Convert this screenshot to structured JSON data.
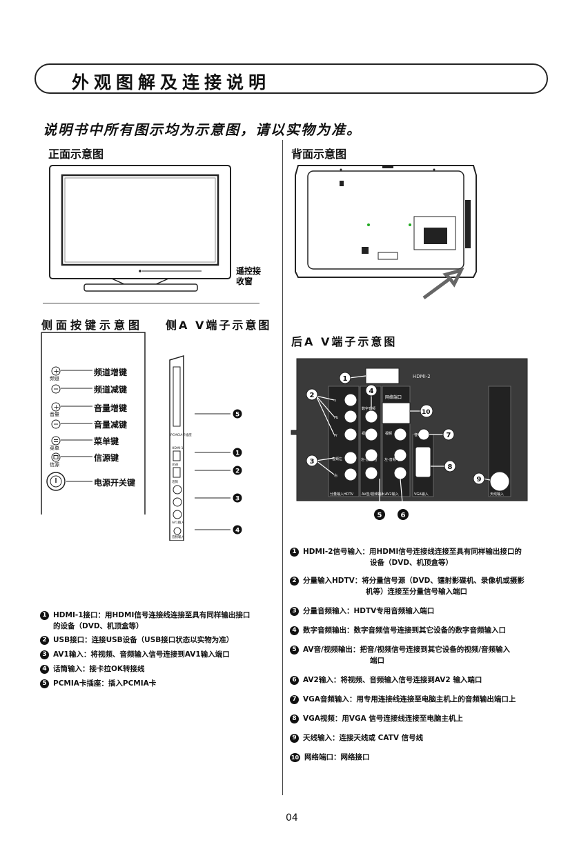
{
  "header": {
    "title": "外观图解及连接说明"
  },
  "subtitle": "说明书中所有图示均为示意图，请以实物为准。",
  "front": {
    "heading": "正面示意图",
    "ir_label_1": "遥控接",
    "ir_label_2": "收窗"
  },
  "back": {
    "heading": "背面示意图"
  },
  "side_buttons": {
    "heading": "侧面按键示意图",
    "items": [
      {
        "icon_text": "频道",
        "label": "频道增键"
      },
      {
        "label": "频道减键"
      },
      {
        "icon_text": "音量",
        "label": "音量增键"
      },
      {
        "label": "音量减键"
      },
      {
        "icon_text": "菜单",
        "label": "菜单键"
      },
      {
        "icon_text": "信源",
        "label": "信源键"
      },
      {
        "label": "电源开关键"
      }
    ]
  },
  "side_av": {
    "heading": "侧A V端子示意图",
    "panel_labels": [
      "PCMCIA卡插座",
      "HDMI-1",
      "USB",
      "话筒",
      "AV1输入",
      "音频输入"
    ],
    "callouts": [
      "5",
      "1",
      "2",
      "3",
      "4"
    ]
  },
  "rear_av": {
    "heading": "后A V端子示意图",
    "hdmi_label": "HDMI-2",
    "net_label": "网络端口",
    "col_labels": [
      "分量输入HDTV",
      "AV音/视频输出",
      "AV2输入",
      "VGA输入",
      "天线输入"
    ],
    "port_texts": [
      "Y",
      "Pb",
      "Pr",
      "音频左",
      "右",
      "数字音频",
      "视频",
      "左-音频-右",
      "视频",
      "左-音频-右",
      "音频"
    ],
    "callouts": [
      "1",
      "2",
      "3",
      "4",
      "10",
      "7",
      "8",
      "9",
      "5",
      "6"
    ]
  },
  "side_notes": [
    {
      "n": "1",
      "text": "HDMI-1接口：用HDMI信号连接线连接至具有同样输出接口",
      "cont": "的设备（DVD、机顶盒等）"
    },
    {
      "n": "2",
      "text": "USB接口：连接USB设备（USB接口状态以实物为准）"
    },
    {
      "n": "3",
      "text": "AV1输入：将视频、音频输入信号连接到AV1输入端口"
    },
    {
      "n": "4",
      "text": "话筒输入：接卡拉OK转接线"
    },
    {
      "n": "5",
      "text": "PCMIA卡插座：插入PCMIA卡"
    }
  ],
  "rear_notes": [
    {
      "n": "1",
      "text": "HDMI-2信号输入：用HDMI信号连接线连接至具有同样输出接口的",
      "cont": "设备（DVD、机顶盒等）"
    },
    {
      "n": "2",
      "text": "分量输入HDTV：将分量信号源（DVD、镭射影碟机、录像机或摄影",
      "cont": "机等）连接至分量信号输入端口"
    },
    {
      "n": "3",
      "text": "分量音频输入：HDTV专用音频输入端口"
    },
    {
      "n": "4",
      "text": "数字音频输出：数字音频信号连接到其它设备的数字音频输入口"
    },
    {
      "n": "5",
      "text": "AV音/视频输出：把音/视频信号连接到其它设备的视频/音频输入",
      "cont": "端口"
    },
    {
      "n": "6",
      "text": "AV2输入：将视频、音频输入信号连接到AV2 输入端口"
    },
    {
      "n": "7",
      "text": "VGA音频输入：用专用连接线连接至电脑主机上的音频输出端口上"
    },
    {
      "n": "8",
      "text": "VGA视频：用VGA 信号连接线连接至电脑主机上"
    },
    {
      "n": "9",
      "text": "天线输入：连接天线或 CATV 信号线"
    },
    {
      "n": "10",
      "text": "网络端口：网络接口"
    }
  ],
  "page_number": "04"
}
